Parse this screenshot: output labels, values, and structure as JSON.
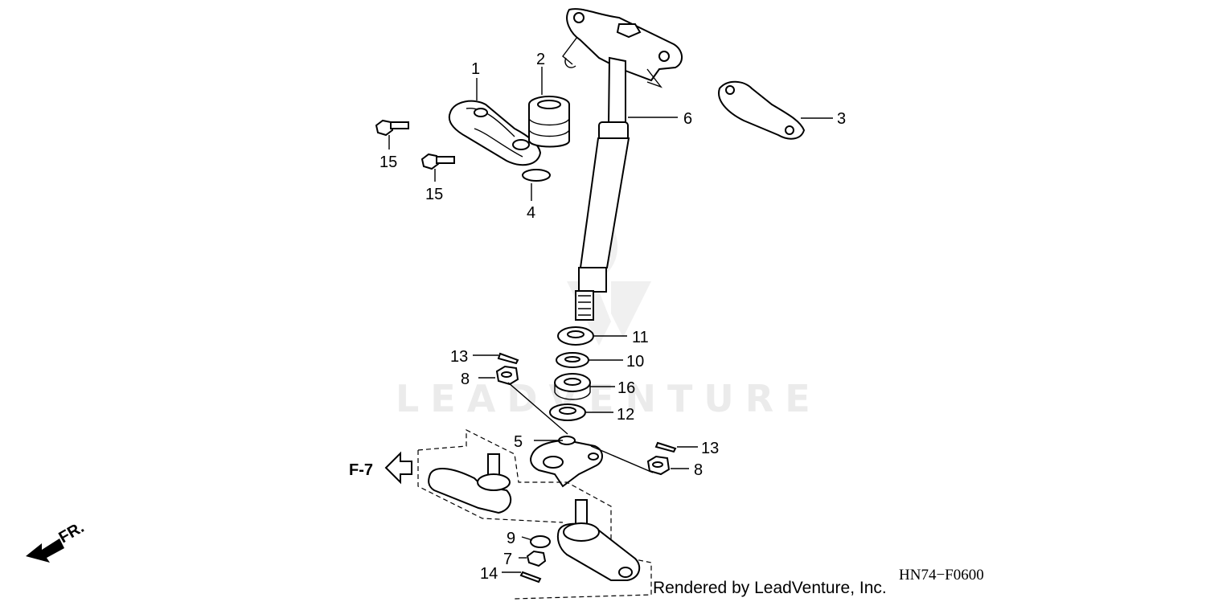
{
  "diagram": {
    "watermark": "LEADVENTURE",
    "credit": "Rendered by LeadVenture, Inc.",
    "code": "HN74−F0600",
    "ref_arrow_label": "F-7",
    "front_label": "FR.",
    "callouts": {
      "c1": "1",
      "c2": "2",
      "c3": "3",
      "c4": "4",
      "c5": "5",
      "c6": "6",
      "c7": "7",
      "c8a": "8",
      "c8b": "8",
      "c9": "9",
      "c10": "10",
      "c11": "11",
      "c12": "12",
      "c13a": "13",
      "c13b": "13",
      "c14": "14",
      "c15a": "15",
      "c15b": "15",
      "c16": "16"
    }
  }
}
